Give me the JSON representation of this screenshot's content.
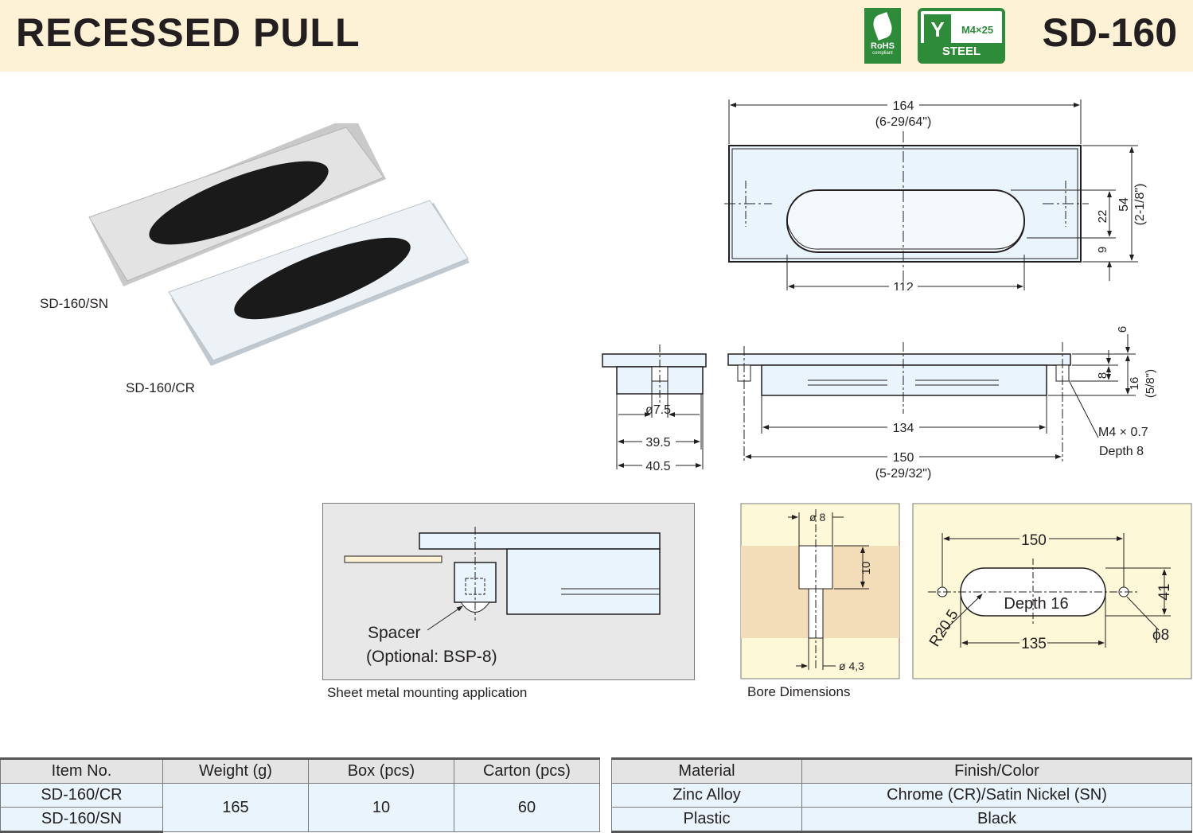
{
  "header": {
    "title": "RECESSED PULL",
    "model": "SD-160",
    "rohs_badge": {
      "label": "RoHS",
      "sub": "compliant",
      "icon": "leaf-icon"
    },
    "screw_badge": {
      "spec": "M4×25",
      "material": "STEEL",
      "icon": "screw-icon"
    }
  },
  "photo": {
    "label_sn": "SD-160/SN",
    "label_cr": "SD-160/CR"
  },
  "top_view": {
    "overall_length": "164",
    "overall_length_in": "(6-29/64\")",
    "height": "54",
    "height_in": "(2-1/8\")",
    "handle_offset": "22",
    "edge_offset": "9",
    "handle_length": "112"
  },
  "end_view": {
    "bore": "ø7.5",
    "inner_width": "39.5",
    "outer_width": "40.5"
  },
  "side_view": {
    "flange": "6",
    "body": "8",
    "total_depth": "16",
    "total_depth_in": "(5/8\")",
    "recess_length": "134",
    "mount_pitch": "150",
    "mount_pitch_in": "(5-29/32\")",
    "thread": "M4 × 0.7",
    "thread_depth": "Depth 8"
  },
  "sheet_metal": {
    "spacer": "Spacer",
    "optional": "(Optional: BSP-8)",
    "caption": "Sheet metal mounting application"
  },
  "bore": {
    "dia_top": "ø 8",
    "depth": "10",
    "dia_bottom": "ø 4,3",
    "caption": "Bore Dimensions"
  },
  "cutout": {
    "pitch": "150",
    "height": "41",
    "length": "135",
    "radius": "R20.5",
    "hole": "ϕ8",
    "depth": "Depth 16"
  },
  "colors": {
    "header_bg": "#fdf1d6",
    "badge_green": "#2e8b3a",
    "table_cell": "#e9f4fc",
    "part_fill": "#eaf4fc"
  },
  "table_items": {
    "headers": [
      "Item No.",
      "Weight (g)",
      "Box (pcs)",
      "Carton (pcs)"
    ],
    "rows": [
      "SD-160/CR",
      "SD-160/SN"
    ],
    "weight": "165",
    "box": "10",
    "carton": "60"
  },
  "table_materials": {
    "headers": [
      "Material",
      "Finish/Color"
    ],
    "rows": [
      {
        "material": "Zinc Alloy",
        "finish": "Chrome (CR)/Satin Nickel (SN)"
      },
      {
        "material": "Plastic",
        "finish": "Black"
      }
    ]
  }
}
